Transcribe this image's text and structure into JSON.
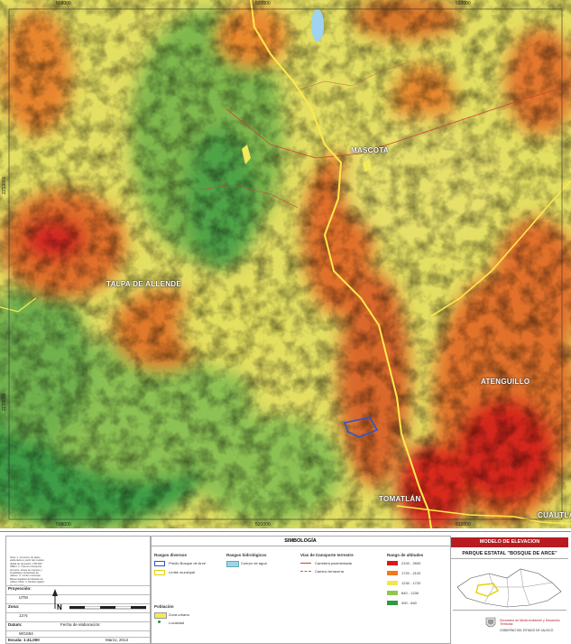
{
  "map": {
    "top_coords": [
      "508000",
      "520000",
      "532000"
    ],
    "bottom_coords": [
      "508000",
      "520000",
      "532000"
    ],
    "left_coords": [
      "2253000",
      "2235000"
    ],
    "places": [
      {
        "name": "MASCOTA"
      },
      {
        "name": "TALPA DE ALLENDE"
      },
      {
        "name": "ATENGUILLO"
      },
      {
        "name": "TOMATLÁN"
      },
      {
        "name": "CUAUTLA"
      }
    ]
  },
  "legend": {
    "notes": "Nota: 1. Concurre de datos elaborados a partir del modelo digital de elevación 1:50,000 INEGI. 2. Vías de transporte terrestre, áreas de cuerpos y localidades del Estado de Jalisco. 3. Límite municipal. Bases digitales del Estado de Jalisco 2012. 4. Modelo digital de elevación.",
    "proyeccion_label": "Proyección:",
    "proyeccion_value": "UTM",
    "zona_label": "Zona:",
    "zona_value": "13 N",
    "datum_label": "Datum:",
    "datum_value": "WGS84",
    "escala_label": "Escala: 1:41,000",
    "fecha_label": "Fecha de elaboración:",
    "fecha_value": "Marzo, 2013",
    "north": "N",
    "simbologia_title": "SIMBOLOGÍA",
    "rasgos_diversos_title": "Rasgos diversos",
    "rasgos_diversos": [
      "Predio Bosque de Arce",
      "Límite municipal"
    ],
    "poblacion_title": "Población",
    "poblacion": [
      "Zona urbana",
      "Localidad"
    ],
    "rasgos_hidro_title": "Rasgos hidrológicos",
    "rasgos_hidro": [
      "Cuerpo de agua"
    ],
    "vias_title": "Vías de transporte terrestre",
    "vias": [
      "Carretera pavimentada",
      "Camino terracería"
    ],
    "alturas_title": "Rango de altitudes",
    "alturas": [
      {
        "label": "2100 - 2600",
        "color": "#d7191c"
      },
      {
        "label": "1720 - 2100",
        "color": "#ef7a1d"
      },
      {
        "label": "1230 - 1720",
        "color": "#f4e54c"
      },
      {
        "label": "840 - 1230",
        "color": "#92c84a"
      },
      {
        "label": "490 - 840",
        "color": "#2f9a46"
      }
    ],
    "modelo_title": "MODELO DE ELEVACION",
    "parque_title": "PARQUE ESTATAL \"BOSQUE DE ARCE\"",
    "secretaria": "Secretaría de Medio Ambiente y Desarrollo Territorial",
    "gobierno": "GOBIERNO DEL ESTADO DE JALISCO"
  },
  "colors": {
    "red": "#d7191c",
    "orange": "#e9792a",
    "yellow": "#e8e05a",
    "lightgreen": "#9bc455",
    "green": "#2f9a46",
    "boundary": "#ffe94d",
    "brand": "#b81b22"
  }
}
